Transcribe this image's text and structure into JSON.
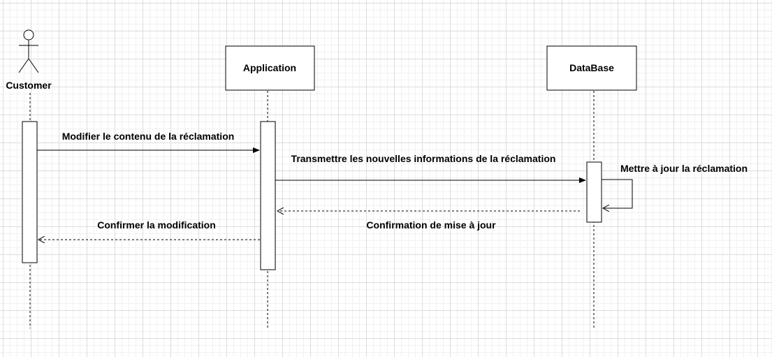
{
  "participants": {
    "customer": "Customer",
    "application": "Application",
    "database": "DataBase"
  },
  "messages": {
    "m1": "Modifier le contenu de la réclamation",
    "m2": "Transmettre les nouvelles informations de la réclamation",
    "m3": "Mettre à jour la réclamation",
    "m4": "Confirmation de mise à jour",
    "m5": "Confirmer la modification"
  }
}
